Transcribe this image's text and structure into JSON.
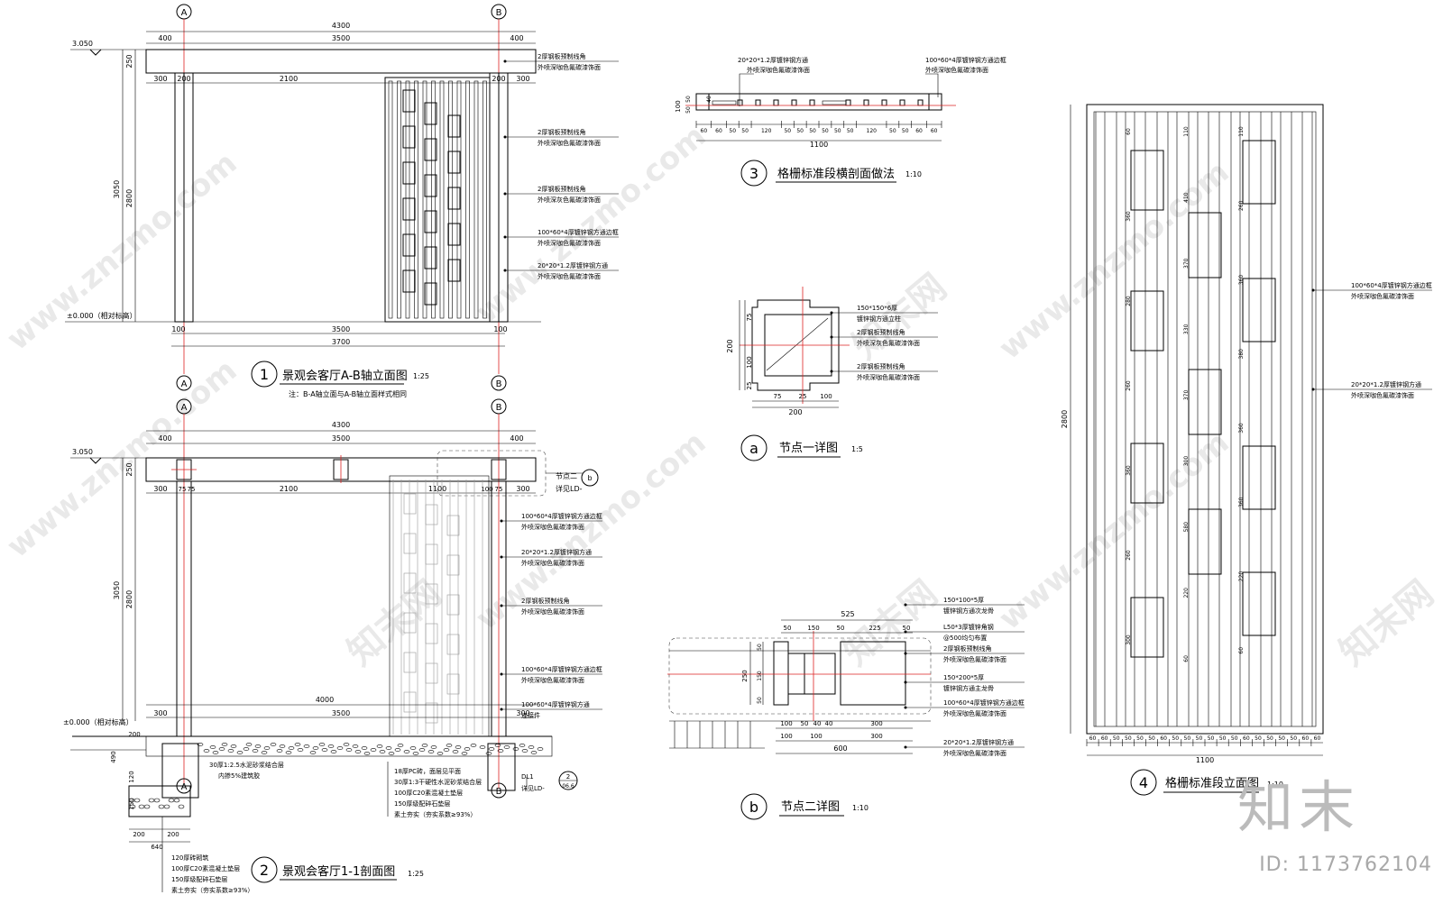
{
  "drawing1": {
    "num": "1",
    "title": "景观会客厅A-B轴立面图",
    "scale": "1:25",
    "note": "注：B-A轴立面与A-B轴立面样式相同",
    "axis_a": "A",
    "axis_b": "B",
    "level_top": "3.050",
    "level_base": "±0.000（相对标高）",
    "dims_top": [
      "4300",
      "400",
      "3500",
      "400"
    ],
    "dims_mid": [
      "300",
      "200",
      "2100",
      "200",
      "300"
    ],
    "dim_roof": "250",
    "dim_total": "3050",
    "dim_opening": "2800",
    "dims_bottom": [
      "100",
      "3500",
      "100"
    ],
    "dim_bottom_total": "3700",
    "callouts": [
      [
        "2厚钢板预制线角",
        "外喷深咖色氟碳漆饰面"
      ],
      [
        "2厚钢板预制线角",
        "外喷深咖色氟碳漆饰面"
      ],
      [
        "2厚钢板预制线角",
        "外喷深灰色氟碳漆饰面"
      ],
      [
        "100*60*4厚镀锌钢方通边框",
        "外喷深咖色氟碳漆饰面"
      ],
      [
        "20*20*1.2厚镀锌钢方通",
        "外喷深咖色氟碳漆饰面"
      ]
    ]
  },
  "drawing2": {
    "num": "2",
    "title": "景观会客厅1-1剖面图",
    "scale": "1:25",
    "level_top": "3.050",
    "level_base": "±0.000（相对标高）",
    "dims_top": [
      "4300",
      "400",
      "3500",
      "400"
    ],
    "dims_mid": [
      "300",
      "75",
      "75",
      "2100",
      "1100",
      "100",
      "75",
      "300"
    ],
    "dim_roof": "250",
    "dim_total": "3050",
    "dim_opening": "2800",
    "dims_floor": [
      "4000",
      "300",
      "3500",
      "300"
    ],
    "dims_found": [
      "200",
      "490",
      "200",
      "200",
      "640",
      "120",
      "150"
    ],
    "node_ref": [
      "节点二",
      "详见LD-"
    ],
    "node_symbol": "b",
    "callouts": [
      [
        "100*60*4厚镀锌钢方通边框",
        "外喷深咖色氟碳漆饰面"
      ],
      [
        "20*20*1.2厚镀锌钢方通",
        "外喷深咖色氟碳漆饰面"
      ],
      [
        "2厚钢板预制线角",
        "外喷深咖色氟碳漆饰面"
      ],
      [
        "100*60*4厚镀锌钢方通边框",
        "外喷深咖色氟碳漆饰面"
      ],
      [
        "100*60*4厚镀锌钢方通",
        "连接件"
      ]
    ],
    "floor_notes": [
      "30厚1:2.5水泥砂浆结合层",
      "内掺5%建筑胶"
    ],
    "pave_notes": [
      "18厚PC砖，面层见平面",
      "30厚1:3干硬性水泥砂浆结合层",
      "100厚C20素混凝土垫层",
      "150厚级配碎石垫层",
      "素土夯实（夯实系数≥93%）"
    ],
    "found_notes": [
      "120厚砖砌筑",
      "100厚C20素混凝土垫层",
      "150厚级配碎石垫层",
      "素土夯实（夯实系数≥93%）"
    ],
    "dl_ref": [
      "DL1",
      "详见LD-",
      "2",
      "06.6"
    ]
  },
  "drawing3": {
    "num": "3",
    "title": "格栅标准段横剖面做法",
    "scale": "1:10",
    "label_left": [
      "20*20*1.2厚镀锌钢方通",
      "外喷深咖色氟碳漆饰面"
    ],
    "label_right": [
      "100*60*4厚镀锌钢方通边框",
      "外喷深咖色氟碳漆饰面"
    ],
    "dims_row": [
      "60",
      "60",
      "50",
      "50",
      "120",
      "50",
      "50",
      "50",
      "50",
      "50",
      "50",
      "120",
      "50",
      "50",
      "60",
      "60"
    ],
    "dim_total": "1100",
    "dims_side": [
      "100",
      "50",
      "50",
      "40"
    ]
  },
  "drawingA": {
    "num": "a",
    "title": "节点一详图",
    "scale": "1:5",
    "dims_left": [
      "200",
      "75",
      "100",
      "25"
    ],
    "dims_bottom": [
      "75",
      "25",
      "100"
    ],
    "dim_total": "200",
    "callouts": [
      [
        "150*150*6厚",
        "镀锌钢方通立柱"
      ],
      [
        "2厚钢板预制线角",
        "外喷深灰色氟碳漆饰面"
      ],
      [
        "2厚钢板预制线角",
        "外喷深咖色氟碳漆饰面"
      ]
    ]
  },
  "drawingB": {
    "num": "b",
    "title": "节点二详图",
    "scale": "1:10",
    "dim_top": "525",
    "dims_top_row": [
      "50",
      "150",
      "50",
      "225",
      "50"
    ],
    "dims_left": [
      "250",
      "50",
      "150",
      "50"
    ],
    "dims_bottom_row1": [
      "100",
      "50",
      "40",
      "40",
      "300"
    ],
    "dims_bottom_row2": [
      "100",
      "100",
      "300"
    ],
    "dim_bottom_total": "600",
    "callouts": [
      [
        "150*100*5厚",
        "镀锌钢方通次龙骨"
      ],
      [
        "L50*3厚镀锌角钢",
        "@500均匀布置"
      ],
      [
        "2厚钢板预制线角",
        "外喷深咖色氟碳漆饰面"
      ],
      [
        "150*200*5厚",
        "镀锌钢方通主龙骨"
      ],
      [
        "100*60*4厚镀锌钢方通边框",
        "外喷深咖色氟碳漆饰面"
      ],
      [
        "20*20*1.2厚镀锌钢方通",
        "外喷深咖色氟碳漆饰面"
      ]
    ]
  },
  "drawing4": {
    "num": "4",
    "title": "格栅标准段立面图",
    "scale": "1:10",
    "dim_height": "2800",
    "dim_width": "1100",
    "col1": [
      "60",
      "360",
      "280",
      "260",
      "360",
      "260",
      "300"
    ],
    "col2": [
      "110",
      "410",
      "370",
      "330",
      "370",
      "300",
      "580",
      "220",
      "60"
    ],
    "col3": [
      "110",
      "260",
      "360",
      "380",
      "360",
      "360",
      "220",
      "60"
    ],
    "dims_bottom": [
      "60",
      "60",
      "50",
      "50",
      "50",
      "50",
      "60",
      "50",
      "50",
      "50",
      "50",
      "50",
      "50",
      "60",
      "50",
      "50",
      "50",
      "50",
      "60",
      "60"
    ],
    "callouts": [
      [
        "100*60*4厚镀锌钢方通边框",
        "外喷深咖色氟碳漆饰面"
      ],
      [
        "20*20*1.2厚镀锌钢方通",
        "外喷深咖色氟碳漆饰面"
      ]
    ]
  },
  "watermark": {
    "text": "www.znzmo.com",
    "logo": "知末网",
    "brand": "知末",
    "image_id": "ID: 1173762104"
  }
}
